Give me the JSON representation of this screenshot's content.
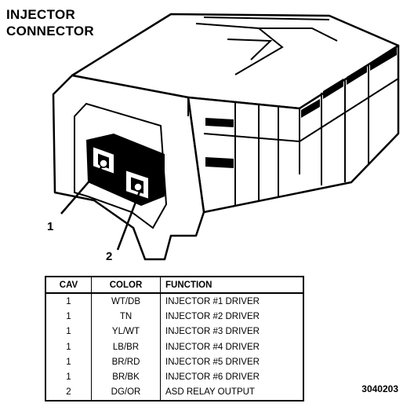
{
  "title": [
    "INJECTOR",
    "CONNECTOR"
  ],
  "callouts": [
    "1",
    "2"
  ],
  "figure_id": "3040203",
  "table": {
    "headers": [
      "CAV",
      "COLOR",
      "FUNCTION"
    ],
    "rows": [
      [
        "1",
        "WT/DB",
        "INJECTOR #1 DRIVER"
      ],
      [
        "1",
        "TN",
        "INJECTOR #2 DRIVER"
      ],
      [
        "1",
        "YL/WT",
        "INJECTOR #3 DRIVER"
      ],
      [
        "1",
        "LB/BR",
        "INJECTOR #4 DRIVER"
      ],
      [
        "1",
        "BR/RD",
        "INJECTOR #5 DRIVER"
      ],
      [
        "1",
        "BR/BK",
        "INJECTOR #6 DRIVER"
      ],
      [
        "2",
        "DG/OR",
        "ASD RELAY OUTPUT"
      ]
    ]
  }
}
